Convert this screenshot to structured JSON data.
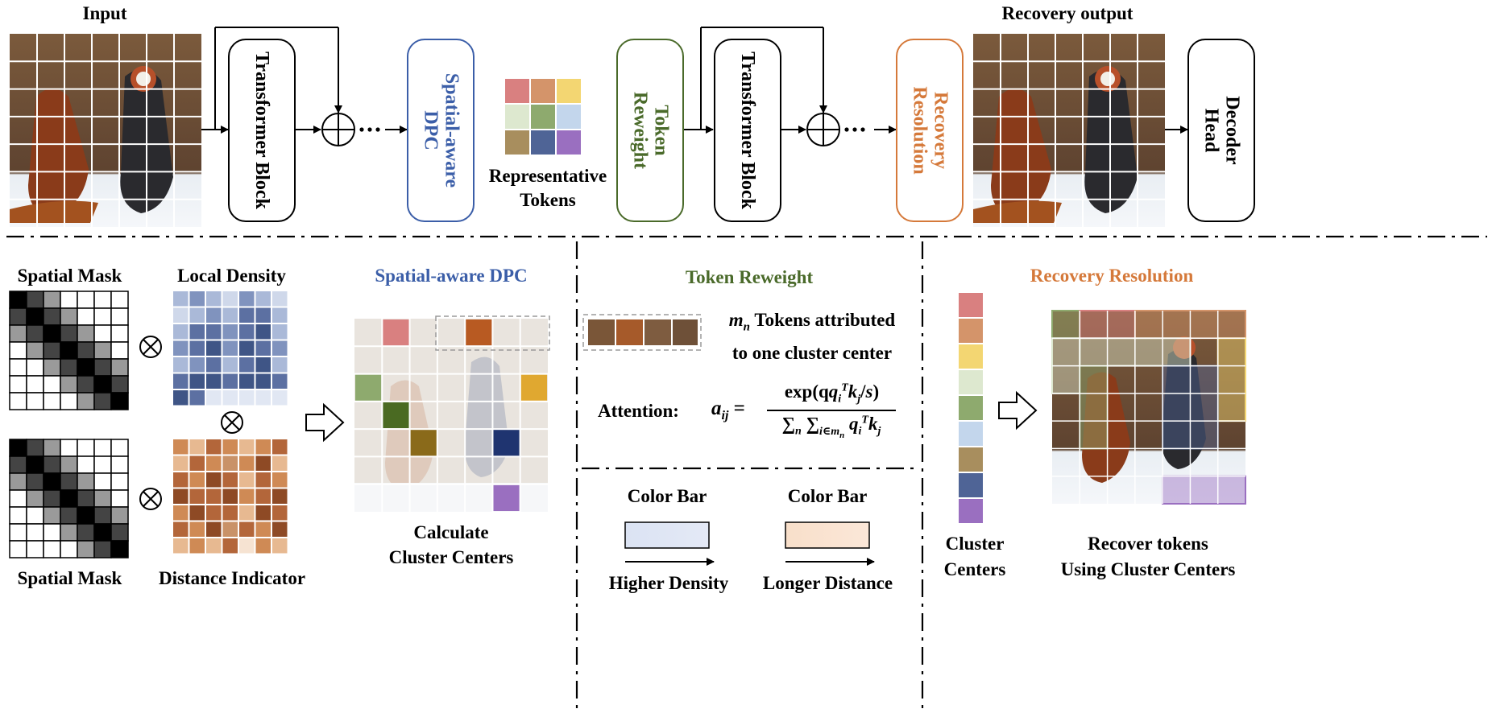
{
  "top": {
    "input_label": "Input",
    "transformer_block_1": "Transformer Block",
    "spatial_dpc": "Spatial-aware DPC",
    "representative_tokens": [
      "Representative",
      "Tokens"
    ],
    "token_reweight": "Token Reweight",
    "transformer_block_2": "Transformer Block",
    "recovery_resolution": "Recovery Resolution",
    "recovery_output_label": "Recovery output",
    "decoder_head": "Decoder Head"
  },
  "bottom_left": {
    "spatial_mask_top": "Spatial Mask",
    "local_density": "Local Density",
    "spatial_mask_bottom": "Spatial Mask",
    "distance_indicator": "Distance Indicator",
    "panel_title": "Spatial-aware DPC",
    "caption": [
      "Calculate",
      "Cluster Centers"
    ]
  },
  "bottom_mid": {
    "panel_title": "Token Reweight",
    "tokens_text_var": "m",
    "tokens_text_sub": "n",
    "tokens_text_line1": " Tokens attributed",
    "tokens_text_line2": "to one cluster center",
    "attention_label": "Attention:",
    "formula_lhs": "a",
    "formula_lhs_sub": "ij",
    "formula_num": "exp(q",
    "formula_den": "∑",
    "colorbar1_title": "Color Bar",
    "colorbar1_caption": "Higher Density",
    "colorbar2_title": "Color Bar",
    "colorbar2_caption": "Longer Distance"
  },
  "bottom_right": {
    "panel_title": "Recovery Resolution",
    "cluster_centers": [
      "Cluster",
      "Centers"
    ],
    "caption": [
      "Recover tokens",
      "Using Cluster Centers"
    ]
  },
  "colors": {
    "dpc_blue": "#3b5ea8",
    "reweight_green": "#4a6a2a",
    "recovery_orange": "#d5793a",
    "cluster_palette": [
      "#d98080",
      "#d4946a",
      "#f3d672",
      "#dde8cf",
      "#8eaa6e",
      "#c3d6ec",
      "#a88e5e",
      "#4f6496",
      "#9a6fc0"
    ]
  }
}
